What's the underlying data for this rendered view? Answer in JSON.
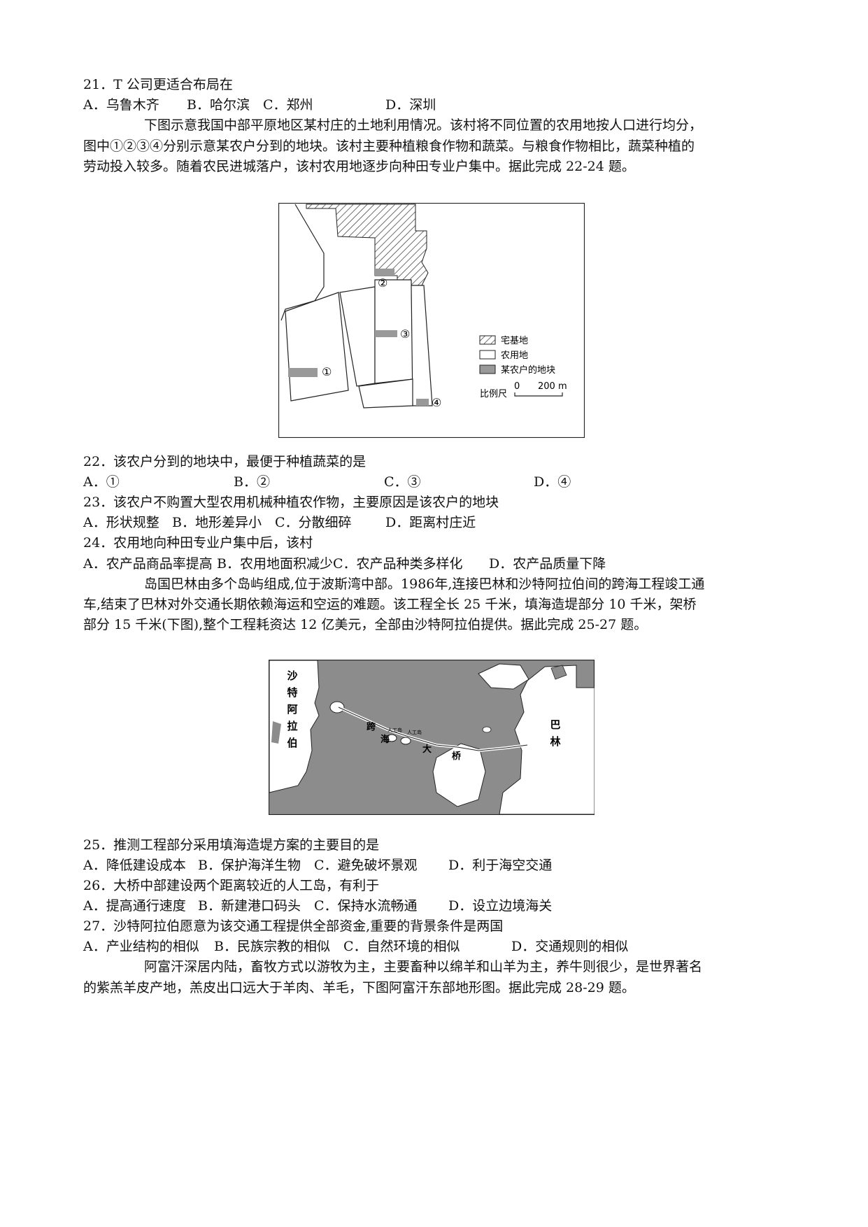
{
  "q21": {
    "stem": "21．T 公司更适合布局在",
    "options": [
      "A．乌鲁木齐",
      "B．哈尔滨",
      "C．郑州",
      "D．深圳"
    ]
  },
  "intro_22_24": [
    "下图示意我国中部平原地区某村庄的土地利用情况。该村将不同位置的农用地按人口进行均分，",
    "图中①②③④分别示意某农户分到的地块。该村主要种植粮食作物和蔬菜。与粮食作物相比，蔬菜种植的",
    "劳动投入较多。随着农民进城落户，该村农用地逐步向种田专业户集中。据此完成 22-24 题。"
  ],
  "fig1": {
    "plots": [
      "①",
      "②",
      "③",
      "④"
    ],
    "legend": [
      "宅基地",
      "农用地",
      "某农户的地块"
    ],
    "scale_label": "比例尺",
    "scale_start": "0",
    "scale_end": "200 m"
  },
  "q22": {
    "stem": "22．该农户分到的地块中，最便于种植蔬菜的是",
    "options": [
      "A．①",
      "B．②",
      "C．③",
      "D．④"
    ]
  },
  "q23": {
    "stem": "23．该农户不购置大型农用机械种植农作物，主要原因是该农户的地块",
    "options": [
      "A．形状规整",
      "B．地形差异小",
      "C．分散细碎",
      "D．距离村庄近"
    ]
  },
  "q24": {
    "stem": "24．农用地向种田专业户集中后，该村",
    "options": [
      "A．农产品商品率提高",
      "B．农用地面积减少",
      "C．农产品种类多样化",
      "D．农产品质量下降"
    ]
  },
  "intro_25_27": [
    "岛国巴林由多个岛屿组成,位于波斯湾中部。1986年,连接巴林和沙特阿拉伯间的跨海工程竣工通",
    "车,结束了巴林对外交通长期依赖海运和空运的难题。该工程全长 25 千米，填海造堤部分 10 千米，架桥",
    "部分 15 千米(下图),整个工程耗资达 12 亿美元，全部由沙特阿拉伯提供。据此完成 25-27 题。"
  ],
  "fig2": {
    "saudi": [
      "沙",
      "特",
      "阿",
      "拉",
      "伯"
    ],
    "bahrain": [
      "巴",
      "林"
    ],
    "bridge": [
      "跨",
      "海",
      "大",
      "桥"
    ],
    "island1": "人工岛",
    "island2": "人工岛"
  },
  "q25": {
    "stem": "25．推测工程部分采用填海造堤方案的主要目的是",
    "options": [
      "A．降低建设成本",
      "B．保护海洋生物",
      "C．避免破坏景观",
      "D．利于海空交通"
    ]
  },
  "q26": {
    "stem": "26．大桥中部建设两个距离较近的人工岛，有利于",
    "options": [
      "A．提高通行速度",
      "B．新建港口码头",
      "C．保持水流畅通",
      "D．设立边境海关"
    ]
  },
  "q27": {
    "stem": "27．沙特阿拉伯愿意为该交通工程提供全部资金,重要的背景条件是两国",
    "options": [
      "A．产业结构的相似",
      "B．民族宗教的相似",
      "C．自然环境的相似",
      "D．交通规则的相似"
    ]
  },
  "intro_28_29": [
    "阿富汗深居内陆，畜牧方式以游牧为主，主要畜种以绵羊和山羊为主，养牛则很少，是世界著名",
    "的紫羔羊皮产地，羔皮出口远大于羊肉、羊毛，下图阿富汗东部地形图。据此完成 28-29 题。"
  ]
}
